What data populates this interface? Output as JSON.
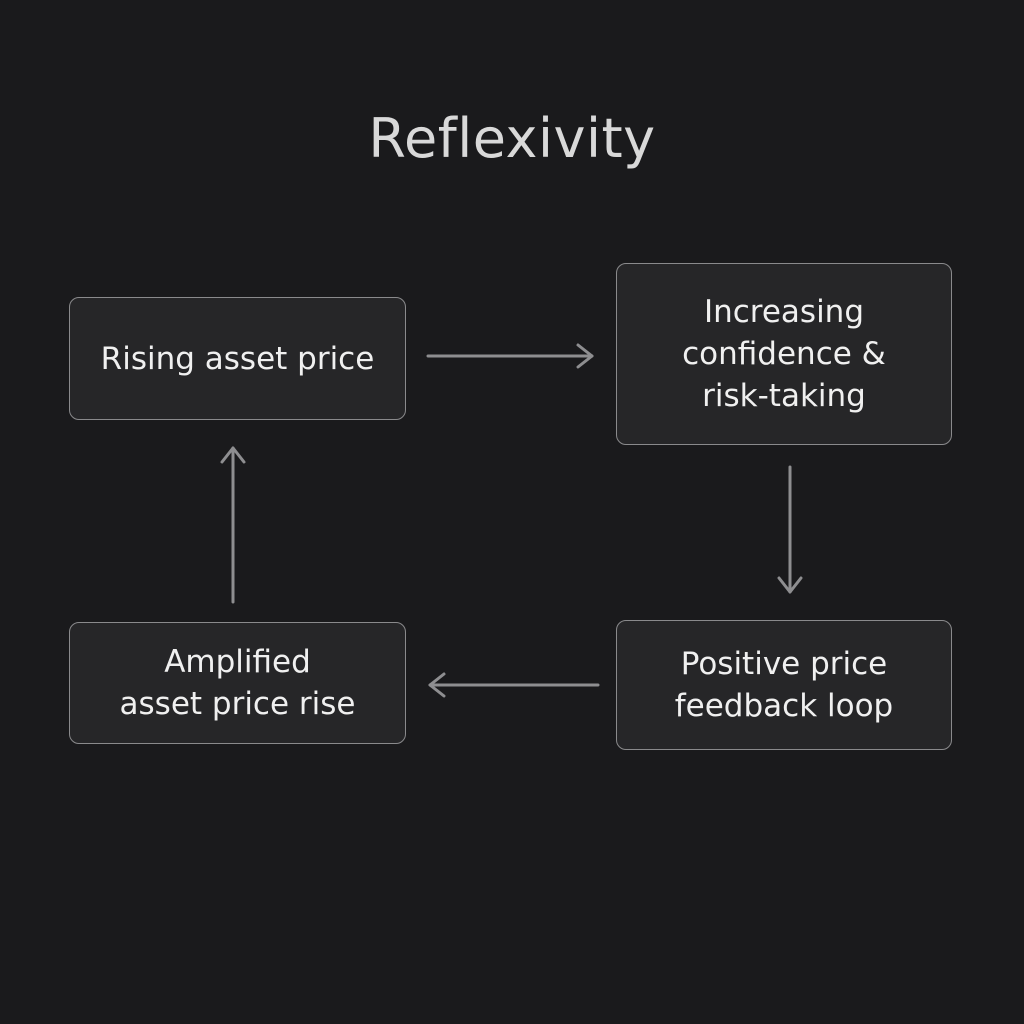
{
  "title": "Reflexivity",
  "nodes": {
    "rising": "Rising asset price",
    "confidence": "Increasing\nconfidence &\nrisk-taking",
    "feedback": "Positive price\nfeedback loop",
    "amplified": "Amplified\nasset price rise"
  },
  "colors": {
    "background": "#1a1a1c",
    "box_fill": "#262628",
    "box_border": "#8a8a8c",
    "arrow": "#8e8e90",
    "text": "#f0f0f0"
  }
}
